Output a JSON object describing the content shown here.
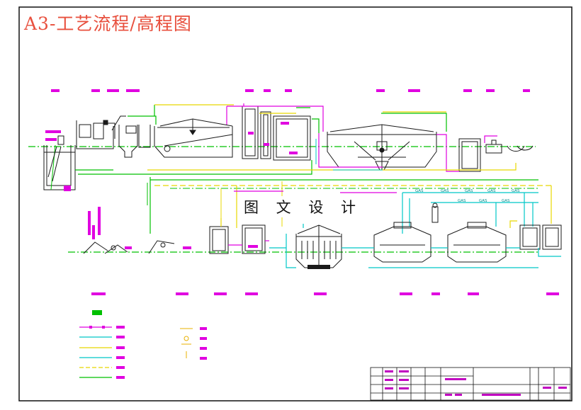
{
  "title": "A3-工艺流程/高程图",
  "watermark": "图 文 设 计",
  "gas_pipe_label": "GAS",
  "colors": {
    "border": "#111111",
    "title": "#e8503e",
    "structure": "#1a1a1a",
    "sewage_pipe": "#00c000",
    "sludge_pipe": "#e000e0",
    "gas_pipe": "#00c8c8",
    "water_pipe": "#e8d800",
    "label_magenta": "#e000e0"
  },
  "legend": {
    "heading_icon": "legend-heading-block",
    "lines": [
      "sludge-line",
      "gas-line",
      "gas-line-2",
      "sewage-line",
      "dashed-line",
      "green-line"
    ]
  }
}
